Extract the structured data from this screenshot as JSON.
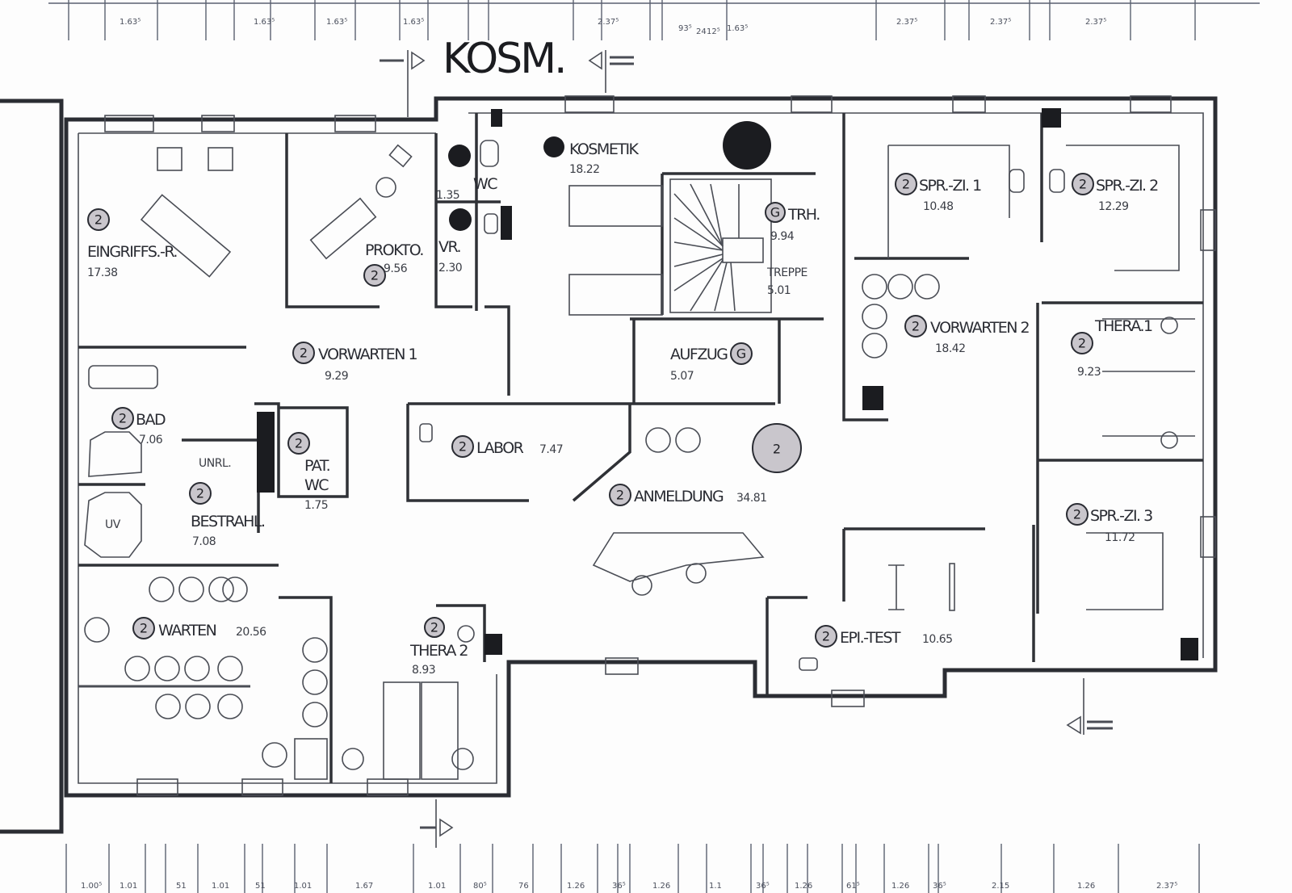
{
  "title": "KOSM.",
  "dimensions_top": [
    "1.63⁵",
    "1.63⁵",
    "1.63⁵",
    "1.63⁵",
    "2.37⁵",
    "93⁵",
    "24",
    "12⁵",
    "1.63⁵",
    "2.37⁵",
    "2.37⁵",
    "2.37⁵"
  ],
  "dimensions_bottom": [
    "1.00⁵",
    "1.01",
    "51",
    "1.01",
    "51",
    "1.01",
    "1.67",
    "1.01",
    "80⁵",
    "76",
    "1.26",
    "36⁵",
    "1.26",
    "1.1",
    "36⁵",
    "1.26",
    "61⁵",
    "1.26",
    "36⁵",
    "2.15",
    "1.26",
    "2.37⁵"
  ],
  "floor_badge": "2",
  "stair_badge": "G",
  "rooms": {
    "eingriffs": {
      "name": "EINGRIFFS.-R.",
      "area": "17.38"
    },
    "prokto": {
      "name": "PROKTO.",
      "area": "9.56"
    },
    "wc": {
      "name": "WC",
      "area": "1.35"
    },
    "vr": {
      "name": "VR.",
      "area": "2.30"
    },
    "kosmetik": {
      "name": "KOSMETIK",
      "area": "18.22"
    },
    "trh": {
      "name": "TRH.",
      "area": "9.94"
    },
    "treppe": {
      "name": "TREPPE",
      "area": "5.01"
    },
    "aufzug": {
      "name": "AUFZUG",
      "area": "5.07"
    },
    "vorwarten1": {
      "name": "VORWARTEN 1",
      "area": "9.29"
    },
    "bad": {
      "name": "BAD",
      "area": "7.06"
    },
    "unrl": {
      "name": "UNRL."
    },
    "bestrahl": {
      "name": "BESTRAHL.",
      "area": "7.08"
    },
    "uv": {
      "name": "UV"
    },
    "patwc": {
      "name1": "PAT.",
      "name2": "WC",
      "area": "1.75"
    },
    "labor": {
      "name": "LABOR",
      "area": "7.47"
    },
    "anmeldung": {
      "name": "ANMELDUNG",
      "area": "34.81"
    },
    "sprzi1": {
      "name": "SPR.-ZI. 1",
      "area": "10.48"
    },
    "sprzi2": {
      "name": "SPR.-ZI. 2",
      "area": "12.29"
    },
    "vorwarten2": {
      "name": "VORWARTEN 2",
      "area": "18.42"
    },
    "thera1": {
      "name": "THERA.1",
      "area": "9.23"
    },
    "sprzi3": {
      "name": "SPR.-ZI. 3",
      "area": "11.72"
    },
    "epitest": {
      "name": "EPI.-TEST",
      "area": "10.65"
    },
    "warten": {
      "name": "WARTEN",
      "area": "20.56"
    },
    "thera2": {
      "name": "THERA 2",
      "area": "8.93"
    }
  }
}
